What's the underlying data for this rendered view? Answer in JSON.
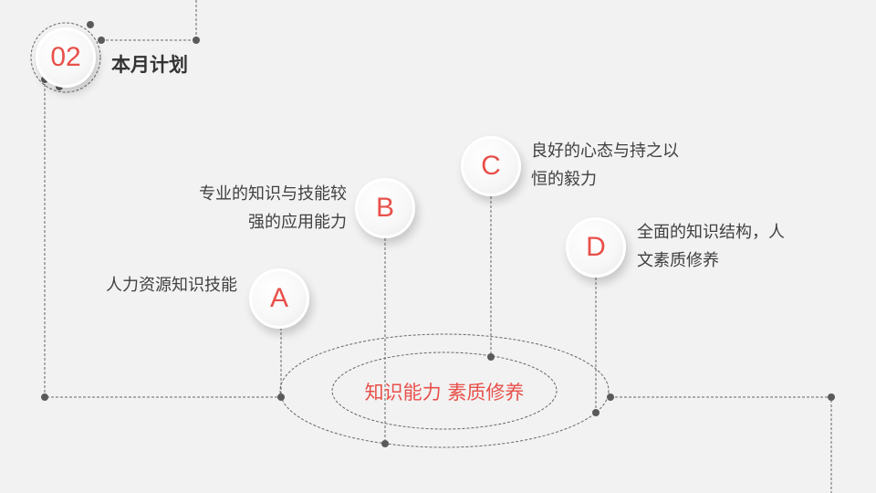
{
  "header": {
    "number": "02",
    "title": "本月计划"
  },
  "center": {
    "text": "知识能力 素质修养"
  },
  "nodes": [
    {
      "letter": "A",
      "lines": [
        "人力资源知识技能"
      ]
    },
    {
      "letter": "B",
      "lines": [
        "专业的知识与技能较",
        "强的应用能力"
      ]
    },
    {
      "letter": "C",
      "lines": [
        "良好的心态与持之以",
        "恒的毅力"
      ]
    },
    {
      "letter": "D",
      "lines": [
        "全面的知识结构，人",
        "文素质修养"
      ]
    }
  ],
  "colors": {
    "accent": "#e8504a",
    "text": "#404040",
    "line": "#666666",
    "background": "#f2f2f2"
  }
}
